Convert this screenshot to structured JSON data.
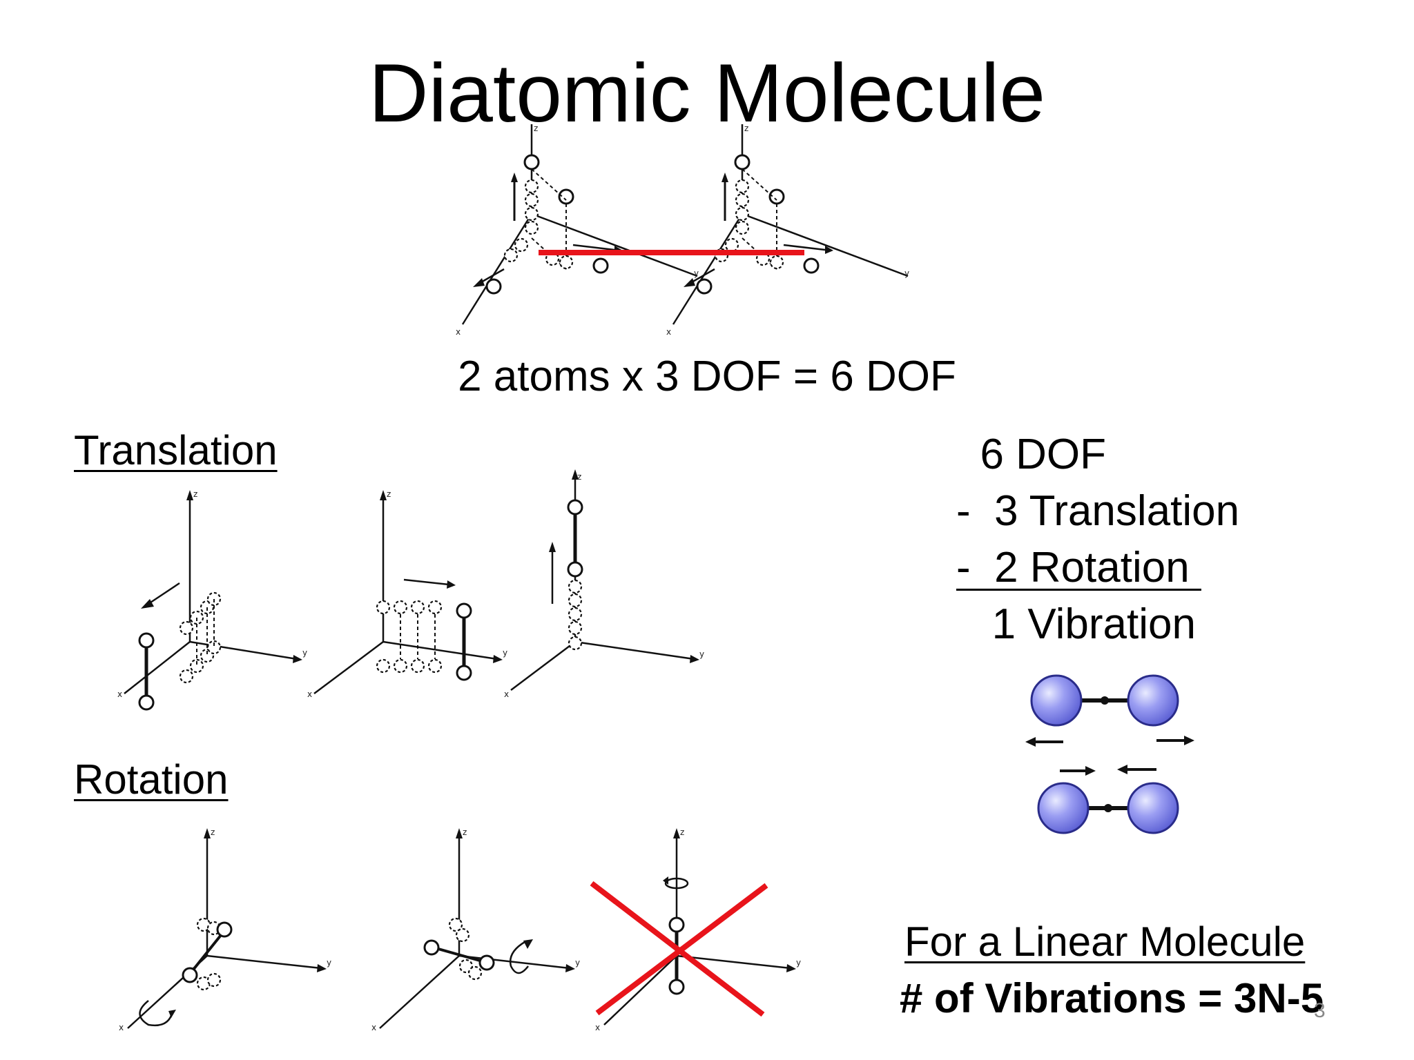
{
  "slide": {
    "title": "Diatomic Molecule",
    "dof_equation": "2 atoms  x  3 DOF = 6 DOF",
    "translation_label": "Translation",
    "rotation_label": "Rotation",
    "tally": {
      "total": "  6 DOF",
      "translation": "-  3 Translation",
      "rotation": "-  2 Rotation ",
      "vibration": "   1 Vibration"
    },
    "linear_label": "For a Linear Molecule",
    "vibrations_formula": "# of Vibrations = 3N-5",
    "slide_number": "3"
  },
  "axis_labels": {
    "x": "x",
    "y": "y",
    "z": "z"
  },
  "colors": {
    "bond_highlight": "#e8141b",
    "cross_out": "#e8141b",
    "atom_fill": "#8c8ff0",
    "atom_stroke": "#2a2c8a"
  }
}
